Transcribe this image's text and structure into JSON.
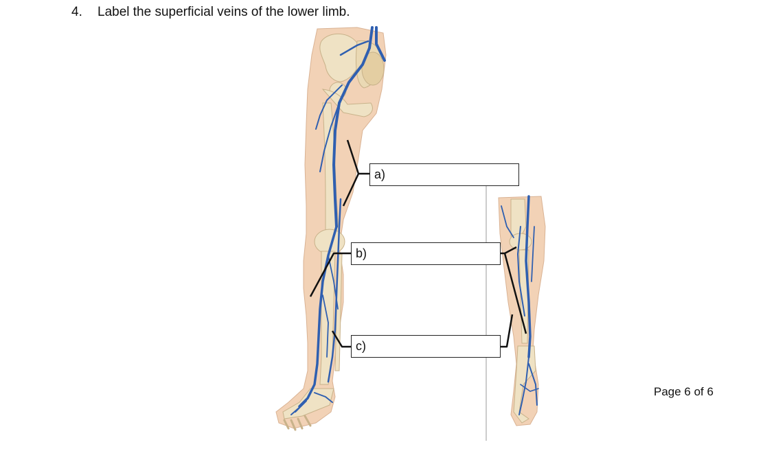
{
  "question": {
    "number": "4.",
    "text": "Label the superficial veins of the lower limb."
  },
  "labels": {
    "a": "a)",
    "b": "b)",
    "c": "c)"
  },
  "footer": {
    "page": "Page 6 of 6"
  },
  "colors": {
    "skin": "#f2d2b6",
    "bone": "#efe2c4",
    "vein": "#2f5fb0",
    "vein_light": "#6f9fe0",
    "leader_line": "#111111",
    "box_border": "#222222"
  },
  "icons": {
    "figure": "lower-limb-anatomy-illustration"
  }
}
